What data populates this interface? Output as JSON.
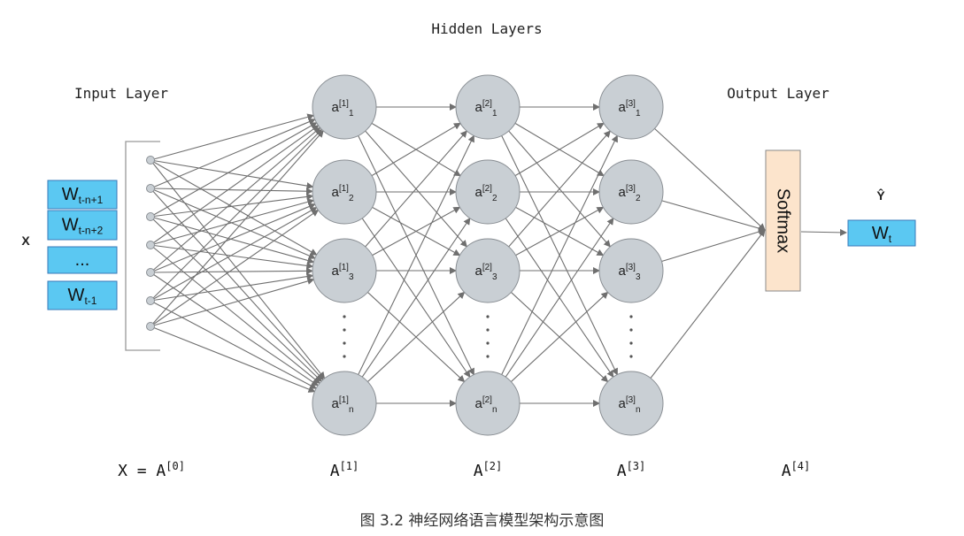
{
  "labels": {
    "hidden_layers": "Hidden Layers",
    "input_layer": "Input Layer",
    "output_layer": "Output Layer",
    "x_label": "X",
    "y_hat": "Ŷ"
  },
  "input_words": [
    {
      "base": "W",
      "sub": "t-n+1"
    },
    {
      "base": "W",
      "sub": "t-n+2"
    },
    {
      "base": "...",
      "sub": ""
    },
    {
      "base": "W",
      "sub": "t-1"
    }
  ],
  "layers": [
    {
      "nodes": [
        {
          "base": "a",
          "sup": "[1]",
          "sub": "1"
        },
        {
          "base": "a",
          "sup": "[1]",
          "sub": "2"
        },
        {
          "base": "a",
          "sup": "[1]",
          "sub": "3"
        },
        {
          "base": "a",
          "sup": "[1]",
          "sub": "n"
        }
      ]
    },
    {
      "nodes": [
        {
          "base": "a",
          "sup": "[2]",
          "sub": "1"
        },
        {
          "base": "a",
          "sup": "[2]",
          "sub": "2"
        },
        {
          "base": "a",
          "sup": "[2]",
          "sub": "3"
        },
        {
          "base": "a",
          "sup": "[2]",
          "sub": "n"
        }
      ]
    },
    {
      "nodes": [
        {
          "base": "a",
          "sup": "[3]",
          "sub": "1"
        },
        {
          "base": "a",
          "sup": "[3]",
          "sub": "2"
        },
        {
          "base": "a",
          "sup": "[3]",
          "sub": "3"
        },
        {
          "base": "a",
          "sup": "[3]",
          "sub": "n"
        }
      ]
    }
  ],
  "softmax": "Softmax",
  "output_word": {
    "base": "W",
    "sub": "t"
  },
  "bottom_labels": [
    {
      "base": "X = A",
      "sup": "[0]"
    },
    {
      "base": "A",
      "sup": "[1]"
    },
    {
      "base": "A",
      "sup": "[2]"
    },
    {
      "base": "A",
      "sup": "[3]"
    },
    {
      "base": "A",
      "sup": "[4]"
    }
  ],
  "caption": "图 3.2 神经网络语言模型架构示意图",
  "colors": {
    "node_fill": "#c9cfd4",
    "node_stroke": "#8a8f94",
    "edge": "#6f6f6f",
    "word_fill": "#5bc8f2",
    "word_stroke": "#3a79b8",
    "softmax_fill": "#fce4cc",
    "softmax_stroke": "#8a8a8a"
  }
}
